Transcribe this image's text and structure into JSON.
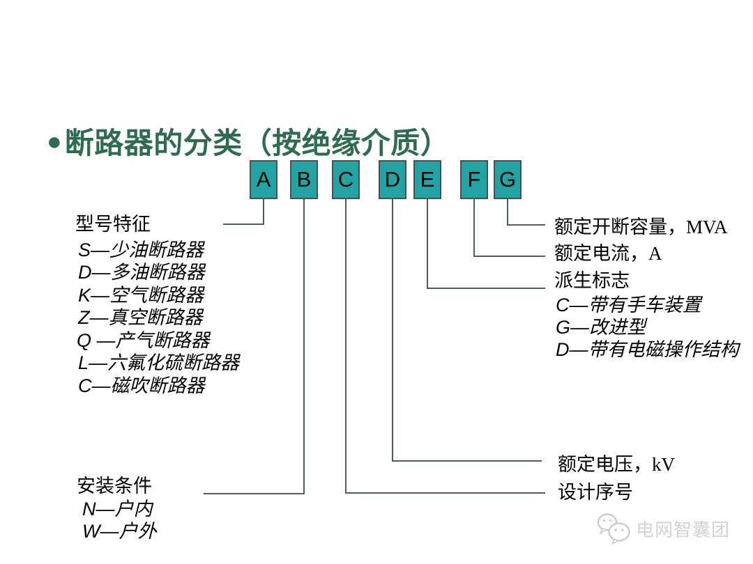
{
  "title": {
    "bullet": "●",
    "text": "断路器的分类（按绝缘介质）"
  },
  "code_boxes": [
    "A",
    "B",
    "C",
    "D",
    "E",
    "F",
    "G"
  ],
  "left_block": {
    "heading": "型号特征",
    "items": [
      {
        "key": "S—",
        "name": "少油断路器"
      },
      {
        "key": "D—",
        "name": "多油断路器"
      },
      {
        "key": "K—",
        "name": "空气断路器"
      },
      {
        "key": "Z—",
        "name": "真空断路器"
      },
      {
        "key": "Q —",
        "name": "产气断路器"
      },
      {
        "key": "L—",
        "name": "六氟化硫断路器"
      },
      {
        "key": "C—",
        "name": "磁吹断路器"
      }
    ]
  },
  "right_block": {
    "rated_breaking_capacity": "额定开断容量，MVA",
    "rated_current": "额定电流，A",
    "derived_mark": "派生标志",
    "items": [
      {
        "key": "C—",
        "name": "带有手车装置"
      },
      {
        "key": "G—",
        "name": "改进型"
      },
      {
        "key": "D—",
        "name": "带有电磁操作结构"
      }
    ],
    "rated_voltage": "额定电压，kV",
    "design_serial": "设计序号"
  },
  "bottom_left_block": {
    "heading": "安装条件",
    "items": [
      {
        "key": "N—",
        "name": "户内"
      },
      {
        "key": "W—",
        "name": "户外"
      }
    ]
  },
  "watermark": {
    "icon": "wechat-icon",
    "text": "电网智囊团"
  },
  "colors": {
    "title_green": "#2e6b4f",
    "box_teal": "#24a3a4",
    "box_border": "#4e4e4e",
    "connector_line": "#4b5f53",
    "watermark_gray": "#d2d2d2"
  }
}
